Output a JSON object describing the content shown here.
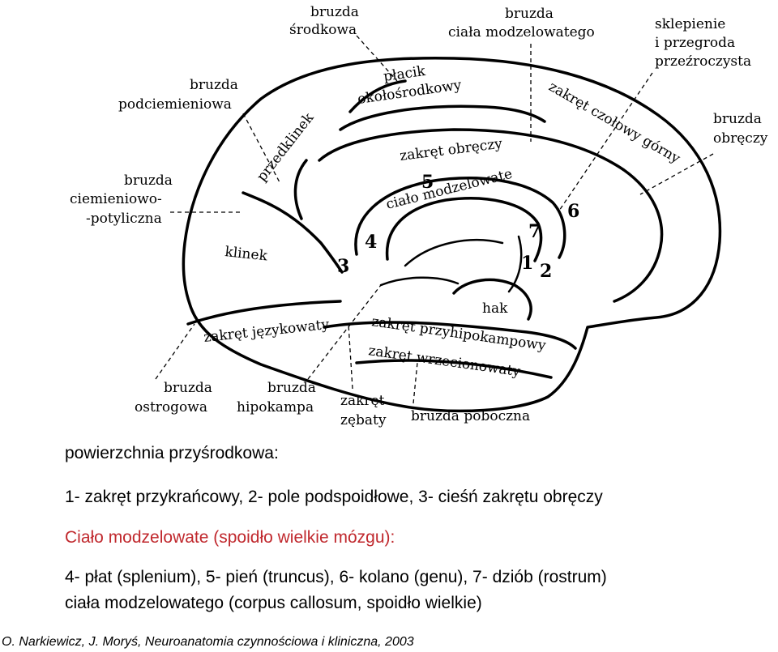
{
  "diagram": {
    "labels": {
      "bruzda_srodkowa_1": "bruzda",
      "bruzda_srodkowa_2": "środkowa",
      "bruzda_cm_1": "bruzda",
      "bruzda_cm_2": "ciała modzelowatego",
      "sklepienie_1": "sklepienie",
      "sklepienie_2": "i przegroda",
      "sklepienie_3": "przeźroczysta",
      "bruzda_podciemieniowa_1": "bruzda",
      "bruzda_podciemieniowa_2": "podciemieniowa",
      "placik_1": "płacik",
      "placik_2": "okołośrodkowy",
      "zakret_czolowy": "zakręt czołowy górny",
      "bruzda_obreczy_1": "bruzda",
      "bruzda_obreczy_2": "obręczy",
      "przedklinek": "przedklinek",
      "zakret_obreczy": "zakręt obręczy",
      "bruzda_cp_1": "bruzda",
      "bruzda_cp_2": "ciemieniowo-",
      "bruzda_cp_3": "-potyliczna",
      "cialo_modzelowate": "ciało modzelowate",
      "klinek": "klinek",
      "hak": "hak",
      "zakret_jezykowaty": "zakręt językowaty",
      "zakret_przyhipokampowy": "zakręt przyhipokampowy",
      "zakret_wrzecionowaty": "zakręt wrzecionowaty",
      "bruzda_ostrogowa_1": "bruzda",
      "bruzda_ostrogowa_2": "ostrogowa",
      "bruzda_hipokampa_1": "bruzda",
      "bruzda_hipokampa_2": "hipokampa",
      "zakret_zebaty_1": "zakręt",
      "zakret_zebaty_2": "zębaty",
      "bruzda_poboczna": "bruzda poboczna"
    },
    "numbers": {
      "n1": "1",
      "n2": "2",
      "n3": "3",
      "n4": "4",
      "n5": "5",
      "n6": "6",
      "n7": "7"
    }
  },
  "text": {
    "heading": "powierzchnia przyśrodkowa:",
    "item1": "1- zakręt przykrańcowy, 2- pole podspoidłowe, 3- cieśń zakrętu obręczy",
    "cc_title": "Ciało modzelowate (spoidło wielkie mózgu):",
    "item2": "4- płat (splenium), 5- pień (truncus), 6- kolano (genu), 7- dziób (rostrum)",
    "item3": "ciała modzelowatego (corpus callosum, spoidło wielkie)",
    "source": "O. Narkiewicz, J. Moryś, Neuroanatomia czynnościowa i kliniczna, 2003"
  },
  "colors": {
    "accent_title": "#c0282d",
    "text": "#000000"
  }
}
